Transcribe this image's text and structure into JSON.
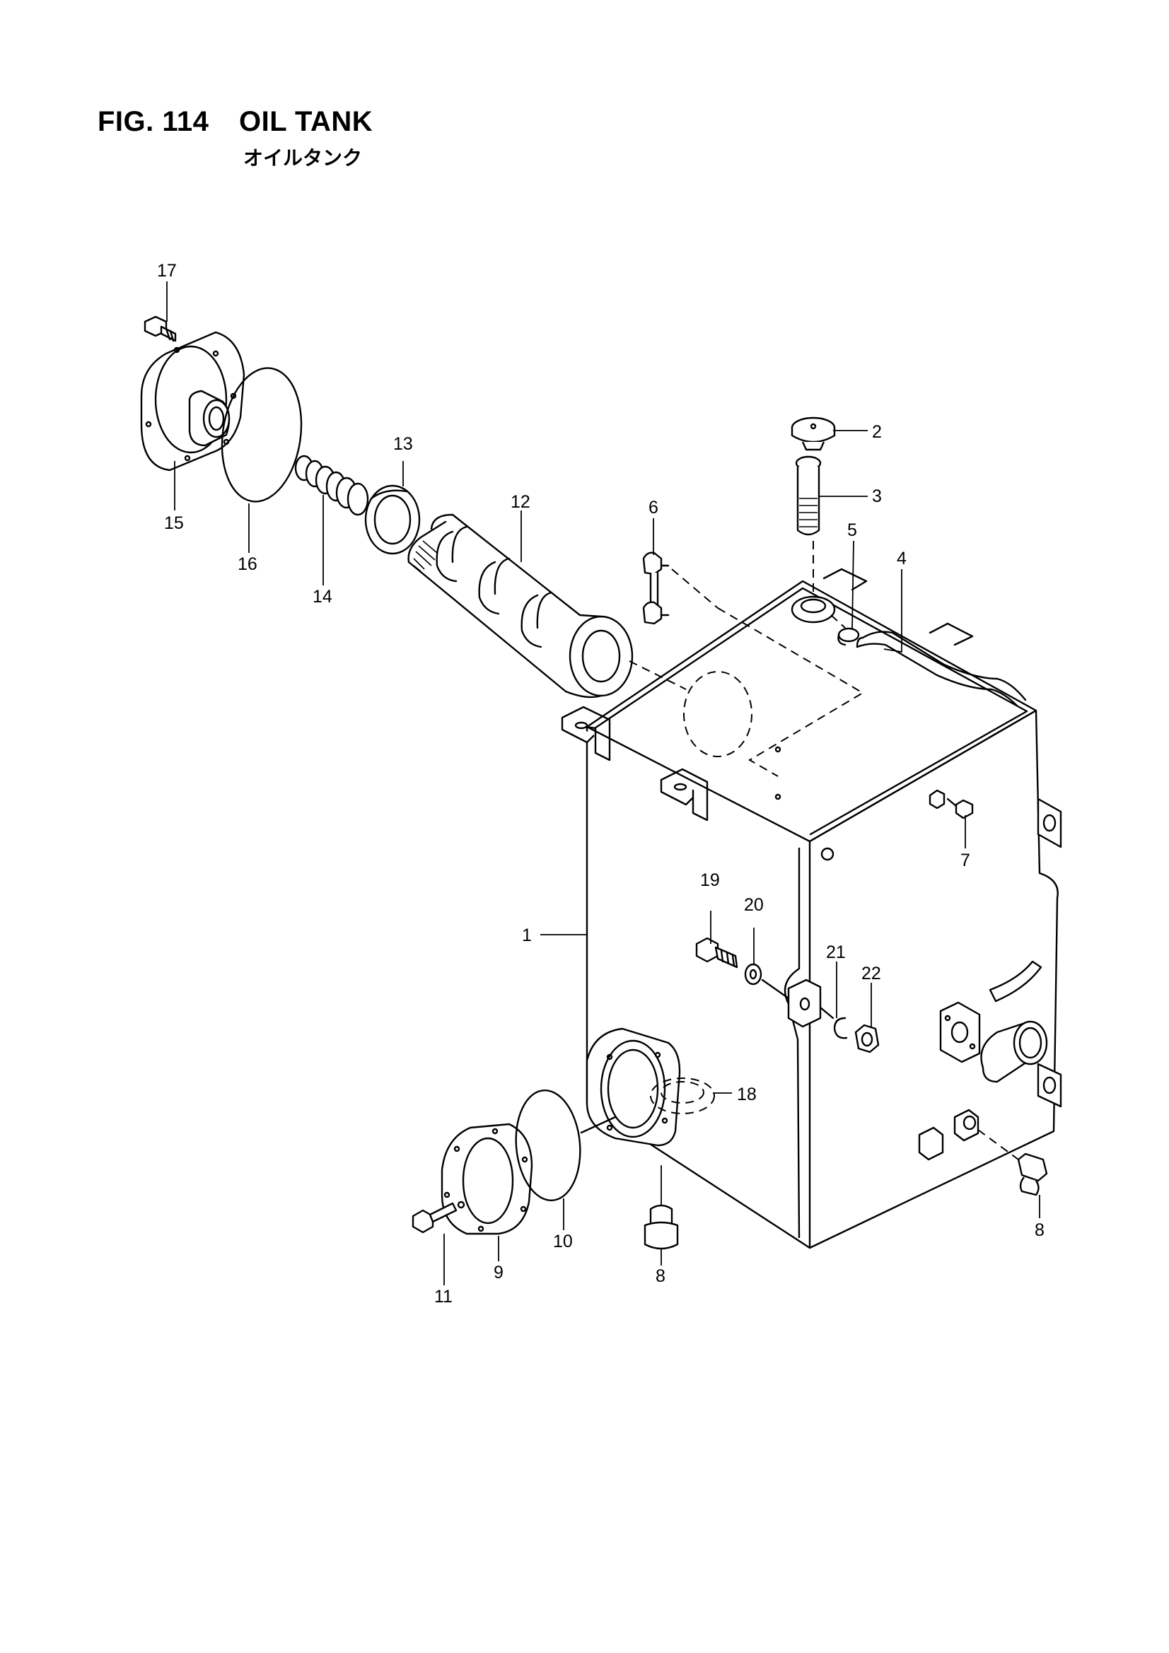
{
  "title": {
    "figure": "FIG. 114",
    "name": "OIL TANK",
    "name_jp": "オイルタンク"
  },
  "callouts": [
    "1",
    "2",
    "3",
    "4",
    "5",
    "6",
    "7",
    "8",
    "8",
    "9",
    "10",
    "11",
    "12",
    "13",
    "14",
    "15",
    "16",
    "17",
    "18",
    "19",
    "20",
    "21",
    "22"
  ]
}
